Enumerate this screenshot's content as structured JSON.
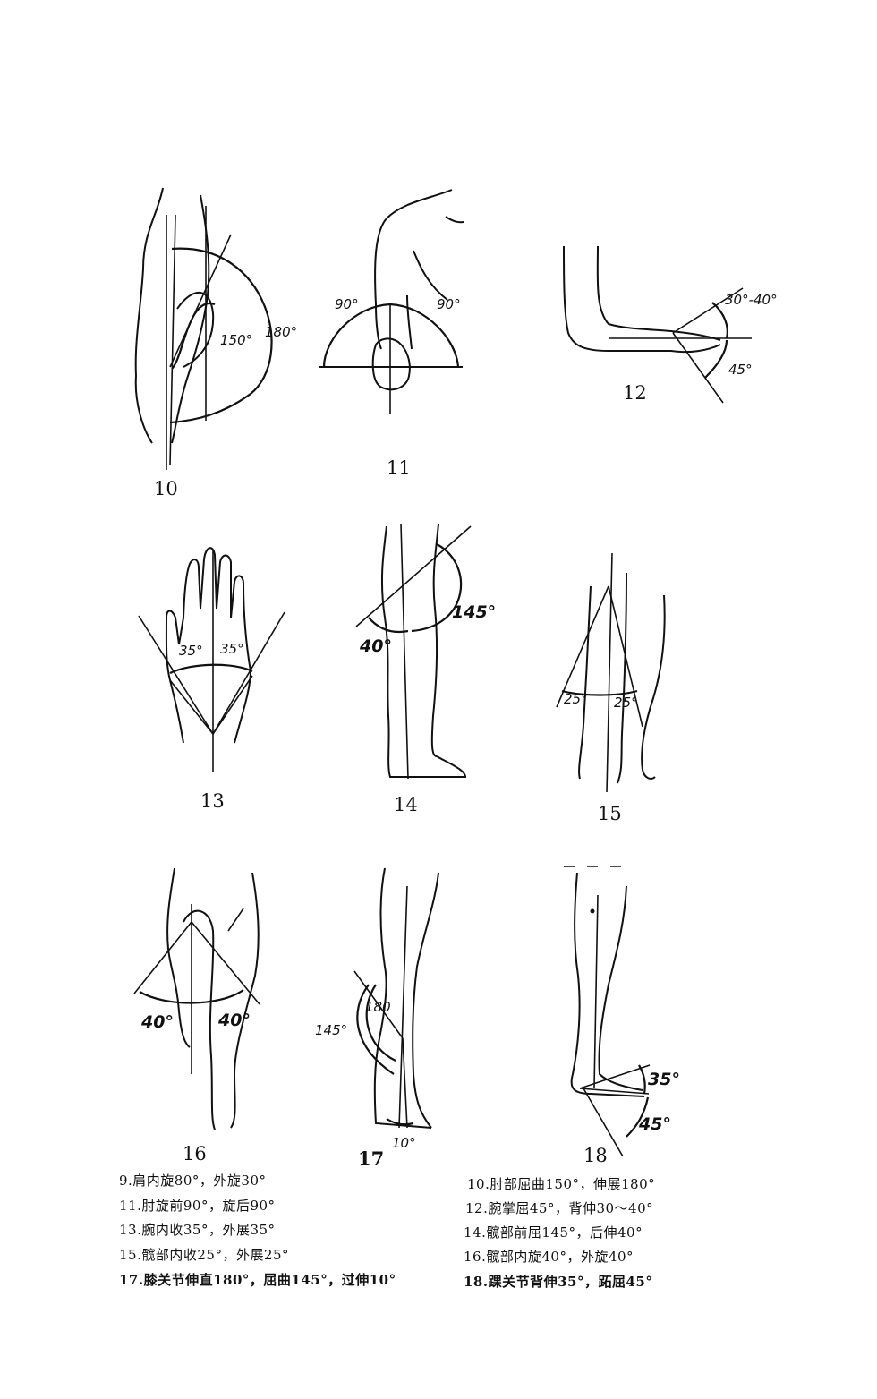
{
  "figures": [
    {
      "number": "10",
      "angles": [
        "150°",
        "180°"
      ]
    },
    {
      "number": "11",
      "angles": [
        "90°",
        "90°"
      ]
    },
    {
      "number": "12",
      "angles": [
        "30°-40°",
        "45°"
      ]
    },
    {
      "number": "13",
      "angles": [
        "35°",
        "35°"
      ]
    },
    {
      "number": "14",
      "angles": [
        "145°",
        "40°"
      ]
    },
    {
      "number": "15",
      "angles": [
        "25°",
        "25°"
      ]
    },
    {
      "number": "16",
      "angles": [
        "40°",
        "40°"
      ]
    },
    {
      "number": "17",
      "angles": [
        "145°",
        "180",
        "10°"
      ]
    },
    {
      "number": "18",
      "angles": [
        "35°",
        "45°"
      ]
    }
  ],
  "captions": [
    {
      "left": "9.肩内旋80°，外旋30°",
      "right": "10.肘部屈曲150°，伸展180°"
    },
    {
      "left": "11.肘旋前90°，旋后90°",
      "right": "12.腕掌屈45°，背伸30～40°"
    },
    {
      "left": "13.腕内收35°，外展35°",
      "right": "14.髋部前屈145°，后伸40°"
    },
    {
      "left": "15.髋部内收25°，外展25°",
      "right": "16.髋部内旋40°，外旋40°"
    },
    {
      "left": "17.膝关节伸直180°，屈曲145°，过伸10°",
      "right": "18.踝关节背伸35°，跖屈45°"
    }
  ]
}
